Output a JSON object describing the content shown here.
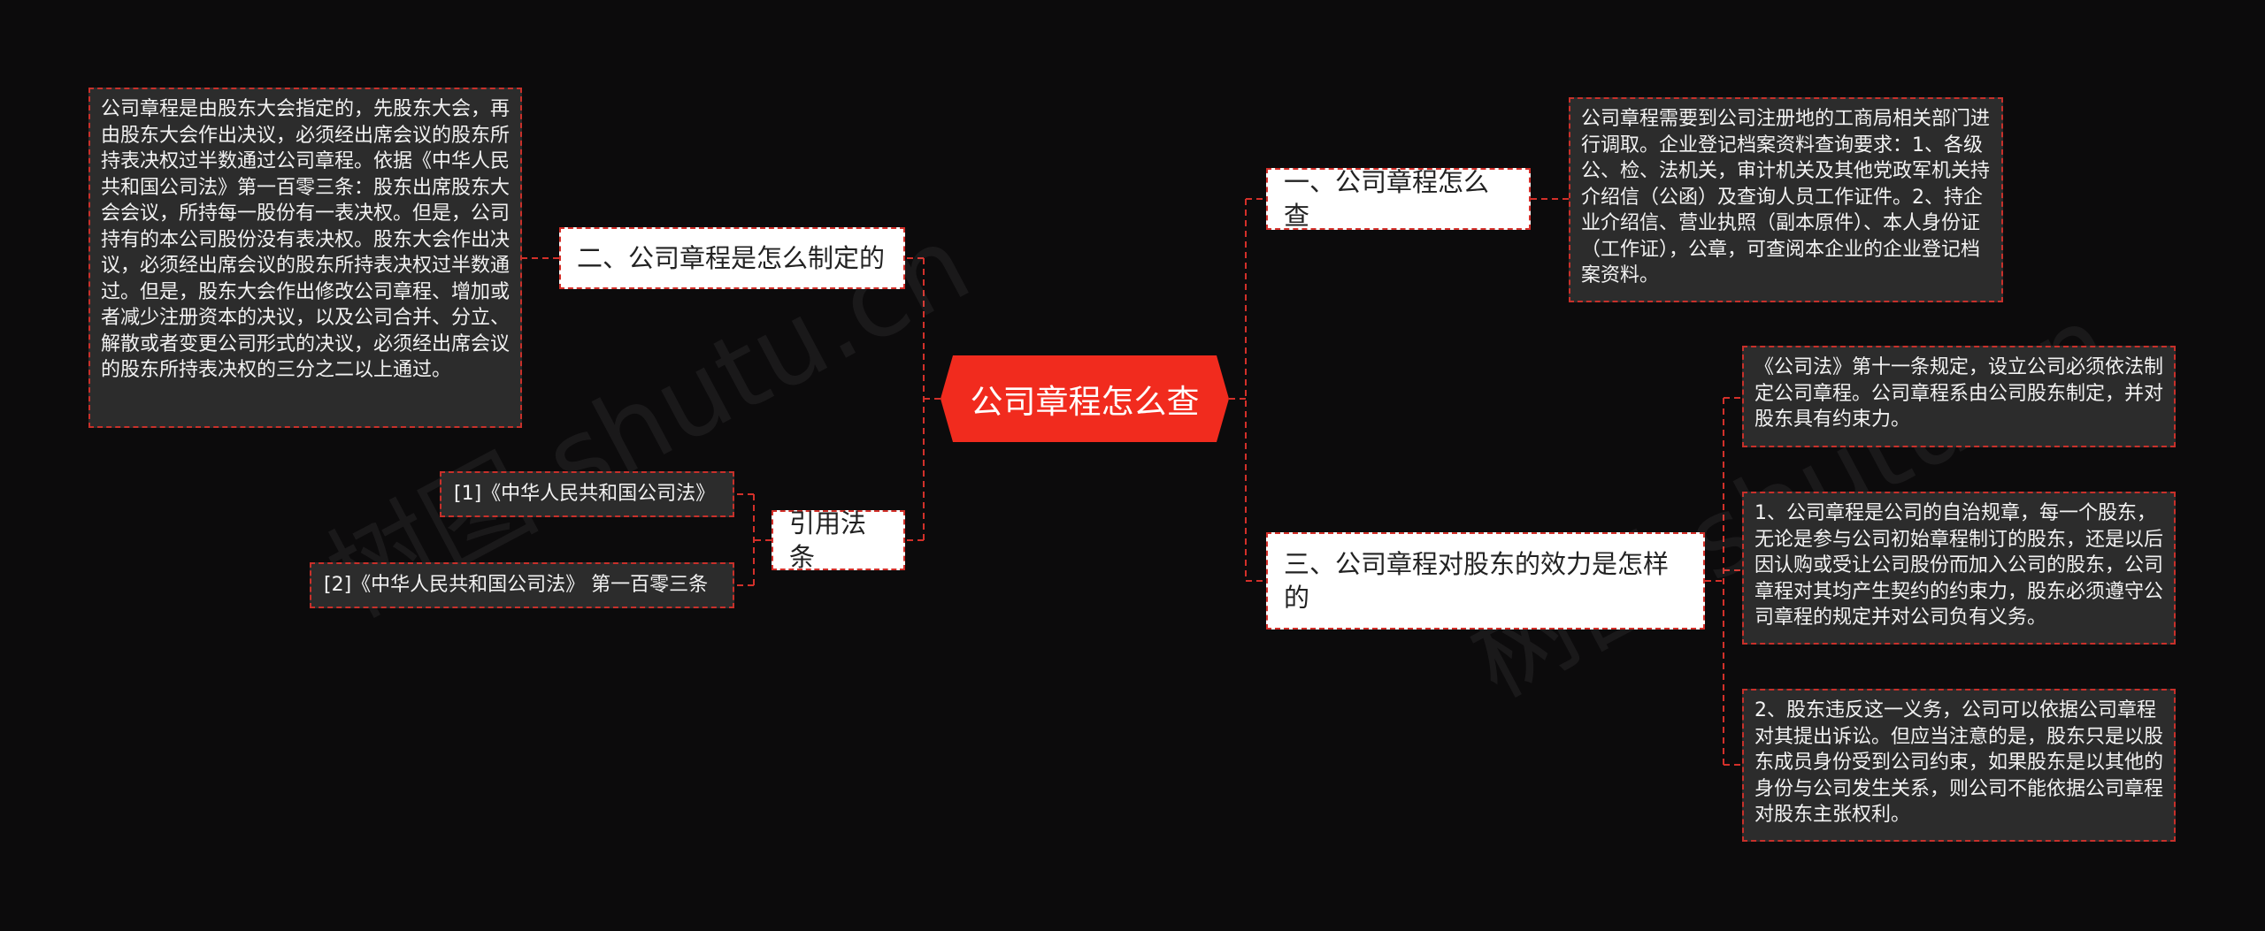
{
  "center": {
    "label": "公司章程怎么查"
  },
  "branches": {
    "b1": {
      "label": "一、公司章程怎么查"
    },
    "b2": {
      "label": "二、公司章程是怎么制定的"
    },
    "b3": {
      "label": "三、公司章程对股东的效力是怎样的"
    },
    "b4": {
      "label": "引用法条"
    }
  },
  "leaves": {
    "b1_l1": "公司章程需要到公司注册地的工商局相关部门进行调取。企业登记档案资料查询要求：1、各级公、检、法机关，审计机关及其他党政军机关持介绍信（公函）及查询人员工作证件。2、持企业介绍信、营业执照（副本原件）、本人身份证（工作证），公章，可查阅本企业的企业登记档案资料。",
    "b2_l1": "公司章程是由股东大会指定的，先股东大会，再由股东大会作出决议，必须经出席会议的股东所持表决权过半数通过公司章程。依据《中华人民共和国公司法》第一百零三条：股东出席股东大会会议，所持每一股份有一表决权。但是，公司持有的本公司股份没有表决权。股东大会作出决议，必须经出席会议的股东所持表决权过半数通过。但是，股东大会作出修改公司章程、增加或者减少注册资本的决议，以及公司合并、分立、解散或者变更公司形式的决议，必须经出席会议的股东所持表决权的三分之二以上通过。",
    "b3_l1": "《公司法》第十一条规定，设立公司必须依法制定公司章程。公司章程系由公司股东制定，并对股东具有约束力。",
    "b3_l2": "1、公司章程是公司的自治规章，每一个股东，无论是参与公司初始章程制订的股东，还是以后因认购或受让公司股份而加入公司的股东，公司章程对其均产生契约的约束力，股东必须遵守公司章程的规定并对公司负有义务。",
    "b3_l3": "2、股东违反这一义务，公司可以依据公司章程对其提出诉讼。但应当注意的是，股东只是以股东成员身份受到公司约束，如果股东是以其他的身份与公司发生关系，则公司不能依据公司章程对股东主张权利。",
    "b4_l1": "[1]《中华人民共和国公司法》",
    "b4_l2": "[2]《中华人民共和国公司法》 第一百零三条"
  },
  "watermark": "树图 shutu.cn",
  "colors": {
    "background": "#0c0b0c",
    "center": "#f12b1e",
    "connector": "#d3302a",
    "leaf_bg": "#2c2c2c"
  }
}
